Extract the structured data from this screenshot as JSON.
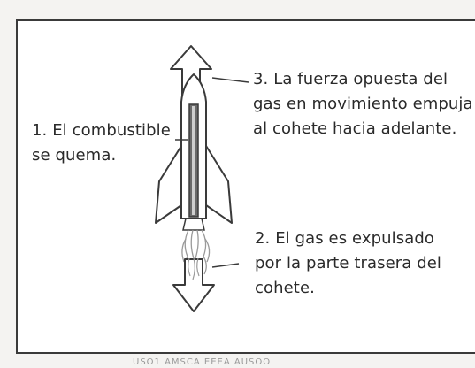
{
  "labels": {
    "step1": [
      "1. El combustible",
      "se quema."
    ],
    "step2": [
      "2. El gas es expulsado",
      "por la parte trasera del",
      "cohete."
    ],
    "step3": [
      "3. La fuerza opuesta del",
      "gas en movimiento empuja",
      "al cohete hacia adelante."
    ]
  },
  "caption": "USO1 AMSCA EEEA AUSOO",
  "colors": {
    "ink": "#3a3a3a",
    "flame": "#9a9a9a",
    "frame": "#3a3a3a"
  }
}
